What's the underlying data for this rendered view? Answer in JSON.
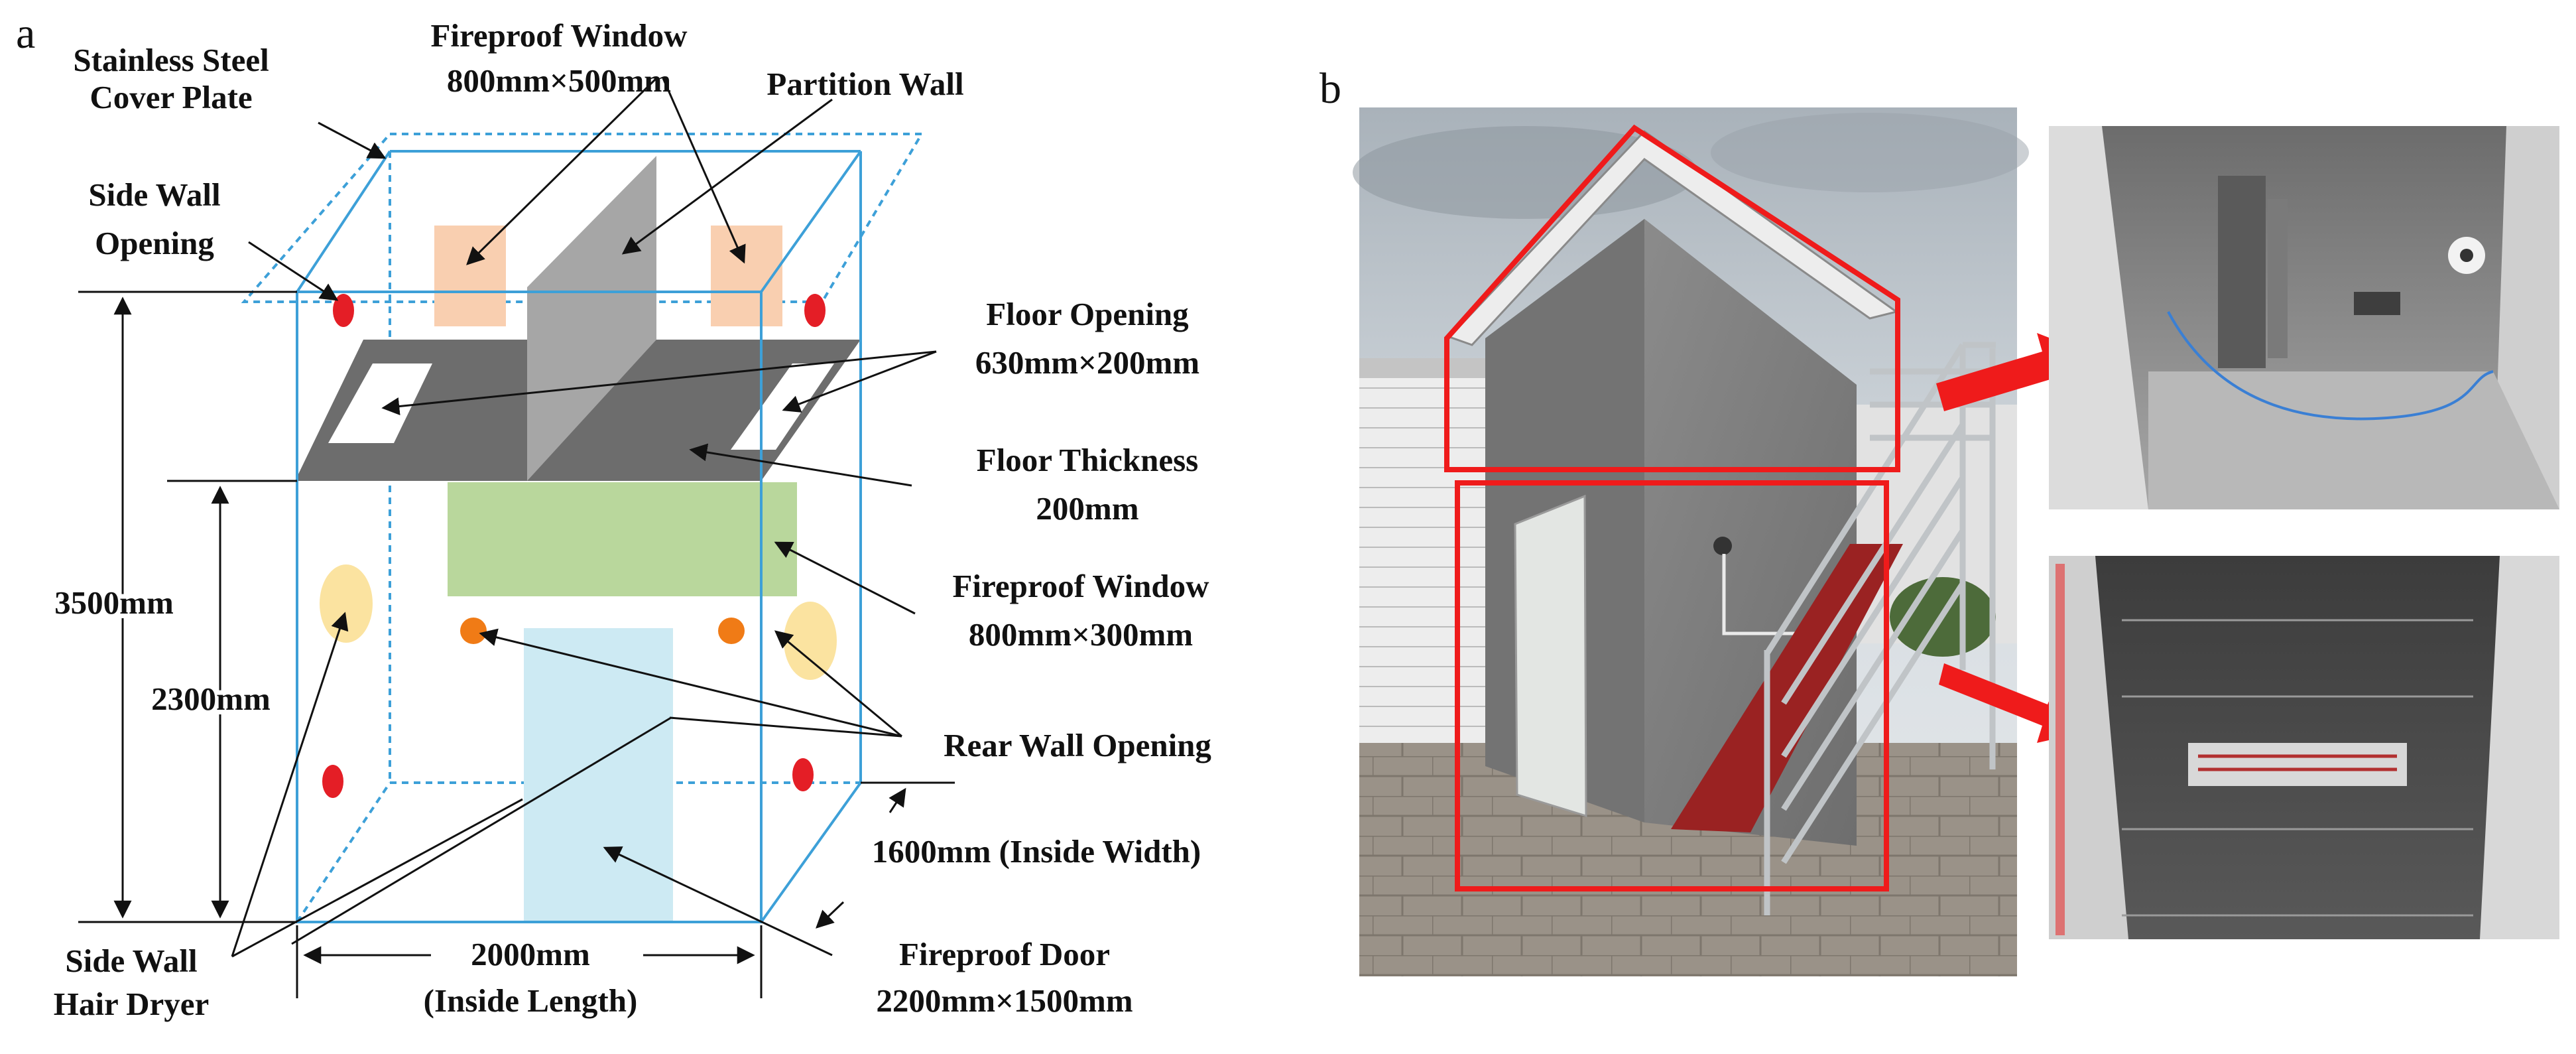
{
  "panels": {
    "a": "a",
    "b": "b"
  },
  "labels": {
    "cover_plate": [
      "Stainless Steel",
      "Cover Plate"
    ],
    "fireproof_window_top": [
      "Fireproof Window",
      "800mm×500mm"
    ],
    "partition_wall": "Partition Wall",
    "side_wall_opening": [
      "Side Wall",
      "Opening"
    ],
    "floor_opening": [
      "Floor Opening",
      "630mm×200mm"
    ],
    "floor_thickness": [
      "Floor Thickness",
      "200mm"
    ],
    "fireproof_window_bottom": [
      "Fireproof Window",
      "800mm×300mm"
    ],
    "rear_wall_opening": "Rear Wall Opening",
    "inside_width": "1600mm (Inside Width)",
    "fireproof_door": [
      "Fireproof Door",
      "2200mm×1500mm"
    ],
    "inside_length": [
      "2000mm",
      "(Inside Length)"
    ],
    "side_wall_hair_dryer": [
      "Side Wall",
      "Hair Dryer"
    ],
    "height_total": "3500mm",
    "height_lower": "2300mm"
  },
  "colors": {
    "frame": "#3da0d8",
    "opening_red": "#e41e26",
    "floor": "#6d6d6d",
    "partition": "#a6a6a6",
    "window_top": "#f9cfb0",
    "window_bottom": "#b9d79c",
    "door": "#cdeaf3",
    "hair_dryer": "#fbe3a0",
    "rear_opening": "#f07b16",
    "highlight": "#ef1b1b"
  }
}
